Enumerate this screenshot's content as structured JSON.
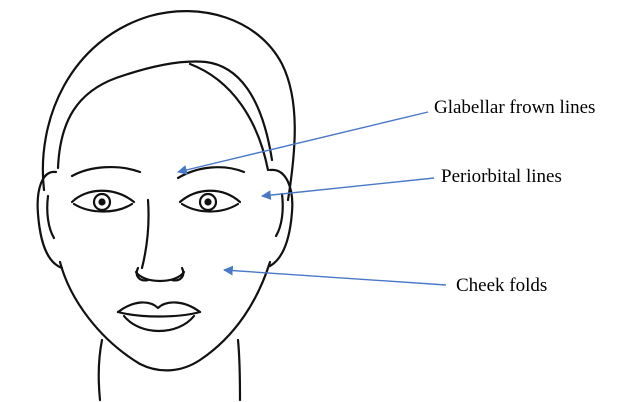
{
  "figure": {
    "subject": "face-line-drawing",
    "stroke_color": "#111111",
    "arrow_color": "#4a78c8",
    "background": "#ffffff"
  },
  "annotations": [
    {
      "id": "glabellar",
      "label": "Glabellar frown lines"
    },
    {
      "id": "periorbital",
      "label": "Periorbital lines"
    },
    {
      "id": "cheek",
      "label": "Cheek folds"
    }
  ]
}
